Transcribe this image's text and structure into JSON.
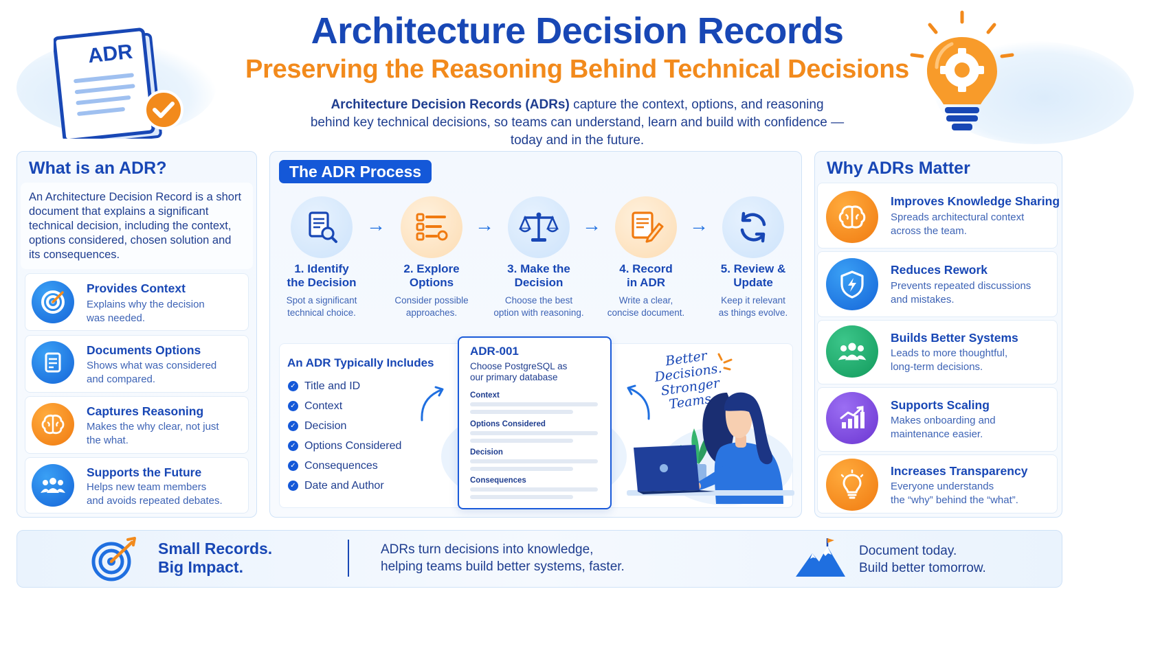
{
  "header": {
    "title": "Architecture Decision Records",
    "subtitle": "Preserving the Reasoning Behind Technical Decisions",
    "intro_bold": "Architecture Decision Records (ADRs)",
    "intro_rest_1": " capture the context, options, and reasoning",
    "intro_line_2": "behind key technical decisions, so teams can understand, learn and build with confidence —",
    "intro_line_3": "today and in the future.",
    "doc_icon_label": "ADR"
  },
  "what": {
    "title": "What is an ADR?",
    "description": "An Architecture Decision Record is a short document that explains a significant technical decision, including the context, options considered, chosen solution and its consequences.",
    "items": [
      {
        "title": "Provides Context",
        "desc_1": "Explains why the decision",
        "desc_2": "was needed.",
        "icon": "target-icon"
      },
      {
        "title": "Documents Options",
        "desc_1": "Shows what was considered",
        "desc_2": "and compared.",
        "icon": "document-icon"
      },
      {
        "title": "Captures Reasoning",
        "desc_1": "Makes the why clear, not just",
        "desc_2": "the what.",
        "icon": "brain-icon"
      },
      {
        "title": "Supports the Future",
        "desc_1": "Helps new team members",
        "desc_2": "and avoids repeated debates.",
        "icon": "team-icon"
      }
    ]
  },
  "process": {
    "title": "The ADR Process",
    "steps": [
      {
        "title_1": "1. Identify",
        "title_2": "the Decision",
        "desc_1": "Spot a significant",
        "desc_2": "technical choice.",
        "icon": "search-document-icon"
      },
      {
        "title_1": "2. Explore",
        "title_2": "Options",
        "desc_1": "Consider possible",
        "desc_2": "approaches.",
        "icon": "list-options-icon"
      },
      {
        "title_1": "3. Make the",
        "title_2": "Decision",
        "desc_1": "Choose the best",
        "desc_2": "option with reasoning.",
        "icon": "scale-icon"
      },
      {
        "title_1": "4. Record",
        "title_2": "in ADR",
        "desc_1": "Write a clear,",
        "desc_2": "concise document.",
        "icon": "pen-document-icon"
      },
      {
        "title_1": "5. Review &",
        "title_2": "Update",
        "desc_1": "Keep it relevant",
        "desc_2": "as things evolve.",
        "icon": "refresh-icon"
      }
    ],
    "includes_title": "An ADR Typically Includes",
    "includes": [
      "Title and ID",
      "Context",
      "Decision",
      "Options Considered",
      "Consequences",
      "Date and Author"
    ],
    "doc": {
      "id": "ADR-001",
      "subtitle_1": "Choose PostgreSQL as",
      "subtitle_2": "our primary database",
      "sections": [
        "Context",
        "Options Considered",
        "Decision",
        "Consequences"
      ]
    },
    "handwritten": [
      "Better",
      "Decisions.",
      "Stronger",
      "Teams."
    ]
  },
  "why": {
    "title": "Why ADRs Matter",
    "items": [
      {
        "title": "Improves Knowledge Sharing",
        "desc_1": "Spreads architectural context",
        "desc_2": "across the team.",
        "icon": "brain-icon"
      },
      {
        "title": "Reduces Rework",
        "desc_1": "Prevents repeated discussions",
        "desc_2": "and mistakes.",
        "icon": "shield-icon"
      },
      {
        "title": "Builds Better Systems",
        "desc_1": "Leads to more thoughtful,",
        "desc_2": "long-term decisions.",
        "icon": "team-icon"
      },
      {
        "title": "Supports Scaling",
        "desc_1": "Makes onboarding and",
        "desc_2": "maintenance easier.",
        "icon": "growth-chart-icon"
      },
      {
        "title": "Increases Transparency",
        "desc_1": "Everyone understands",
        "desc_2": "the “why” behind the “what”.",
        "icon": "lightbulb-icon"
      }
    ]
  },
  "footer": {
    "left_1": "Small Records.",
    "left_2": "Big Impact.",
    "mid_1": "ADRs turn decisions into knowledge,",
    "mid_2": "helping teams build better systems, faster.",
    "right_1": "Document today.",
    "right_2": "Build better tomorrow."
  },
  "colors": {
    "primary_blue": "#1847b5",
    "accent_orange": "#f28a1c",
    "badge_blue": "#1458d8"
  }
}
